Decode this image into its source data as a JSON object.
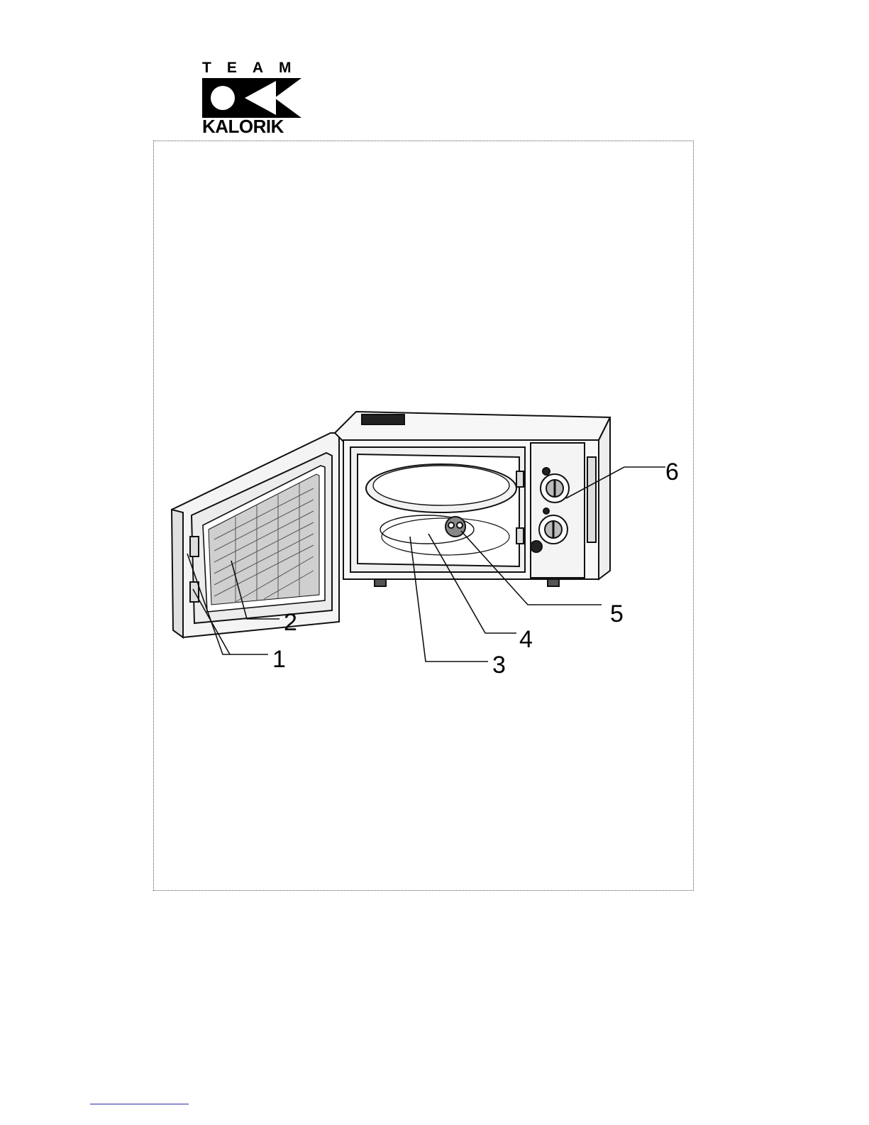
{
  "logo": {
    "top_text": "TEAM",
    "bottom_text": "KALORIK"
  },
  "diagram": {
    "callouts": [
      "1",
      "2",
      "3",
      "4",
      "5",
      "6"
    ]
  }
}
